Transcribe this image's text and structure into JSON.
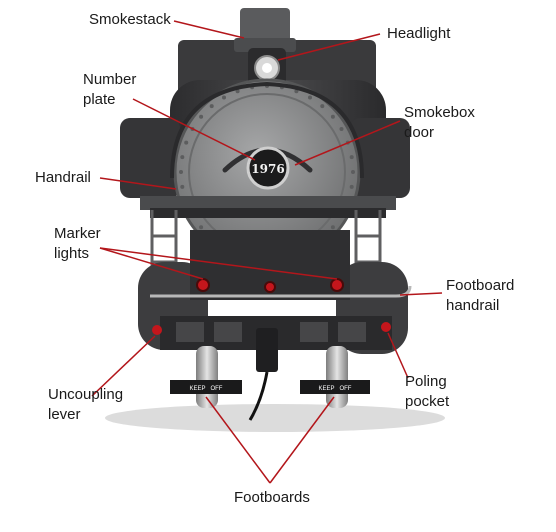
{
  "labels": {
    "smokestack": "Smokestack",
    "headlight": "Headlight",
    "number_plate": "Number\nplate",
    "smokebox_door": "Smokebox\ndoor",
    "handrail": "Handrail",
    "marker_lights": "Marker\nlights",
    "footboard_handrail": "Footboard\nhandrail",
    "uncoupling_lever": "Uncoupling\nlever",
    "poling_pocket": "Poling\npocket",
    "footboards": "Footboards"
  },
  "locomotive": {
    "number_plate_text": "1976",
    "footboard_text": "KEEP   OFF"
  },
  "colors": {
    "leader_line": "#b3161b",
    "engine_body": "#3d3d3f",
    "smokebox_door": "#8a8b8c",
    "marker_light": "#c4161c"
  }
}
